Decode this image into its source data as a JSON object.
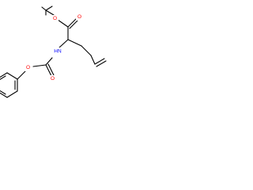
{
  "molecule": {
    "atoms": [
      {
        "symbol": "O",
        "color": "#ff0000"
      },
      {
        "symbol": "O",
        "color": "#ff0000"
      },
      {
        "symbol": "HN",
        "color": "#0000ff"
      },
      {
        "symbol": "O",
        "color": "#ff0000"
      },
      {
        "symbol": "O",
        "color": "#ff0000"
      }
    ],
    "bond_color": "#000000",
    "background": "#ffffff"
  }
}
